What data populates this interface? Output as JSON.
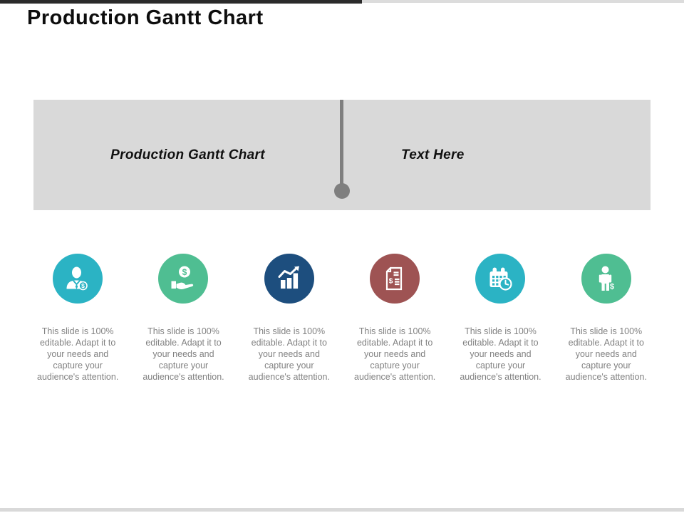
{
  "page": {
    "title": "Production Gantt Chart"
  },
  "banner": {
    "left_label": "Production Gantt Chart",
    "right_label": "Text Here"
  },
  "items": [
    {
      "icon": "businessman-dollar-icon",
      "color": "#2BB3C4",
      "caption": "This slide is 100% editable. Adapt it to your needs and capture your audience's attention."
    },
    {
      "icon": "hand-coin-icon",
      "color": "#4FBE92",
      "caption": "This slide is 100% editable. Adapt it to your needs and capture your audience's attention."
    },
    {
      "icon": "growth-chart-icon",
      "color": "#1D4E7E",
      "caption": "This slide is 100% editable. Adapt it to your needs and capture your audience's attention."
    },
    {
      "icon": "invoice-icon",
      "color": "#9E5353",
      "caption": "This slide is 100% editable. Adapt it to your needs and capture your audience's attention."
    },
    {
      "icon": "calendar-clock-icon",
      "color": "#2BB3C4",
      "caption": "This slide is 100% editable. Adapt it to your needs and capture your audience's attention."
    },
    {
      "icon": "person-dollar-icon",
      "color": "#4FBE92",
      "caption": "This slide is 100% editable. Adapt it to your needs and capture your audience's attention."
    }
  ],
  "colors": {
    "banner_bg": "#D9D9D9",
    "divider": "#7F7F7F",
    "caption_text": "#828282",
    "top_bar_dark": "#2B2B2B",
    "edge_bar_light": "#D9D9D9"
  }
}
